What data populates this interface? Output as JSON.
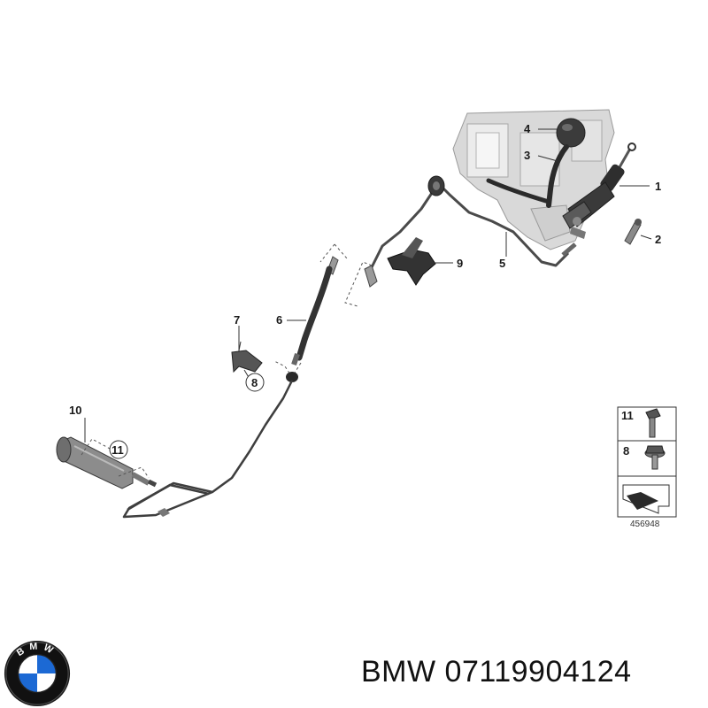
{
  "diagram": {
    "callouts": [
      {
        "id": "c1",
        "label": "1"
      },
      {
        "id": "c2",
        "label": "2"
      },
      {
        "id": "c3",
        "label": "3"
      },
      {
        "id": "c4",
        "label": "4"
      },
      {
        "id": "c5",
        "label": "5"
      },
      {
        "id": "c6",
        "label": "6"
      },
      {
        "id": "c7",
        "label": "7"
      },
      {
        "id": "c8",
        "label": "8"
      },
      {
        "id": "c9",
        "label": "9"
      },
      {
        "id": "c10",
        "label": "10"
      },
      {
        "id": "c11",
        "label": "11"
      }
    ],
    "legend": {
      "items": [
        {
          "label": "11",
          "icon": "bolt-icon"
        },
        {
          "label": "8",
          "icon": "flange-bolt-icon"
        }
      ],
      "arrow_icon": "direction-arrow-icon"
    },
    "diagram_id": "456948"
  },
  "brand": {
    "logo_icon": "bmw-roundel-icon",
    "logo_letters": "BMW",
    "part_text": "BMW 07119904124"
  },
  "colors": {
    "line": "#3a3a3a",
    "part_dark": "#2b2b2b",
    "part_mid": "#7a7a7a",
    "part_light": "#c8c8c8",
    "logo_blue": "#1c69d4",
    "logo_ring": "#111111"
  }
}
